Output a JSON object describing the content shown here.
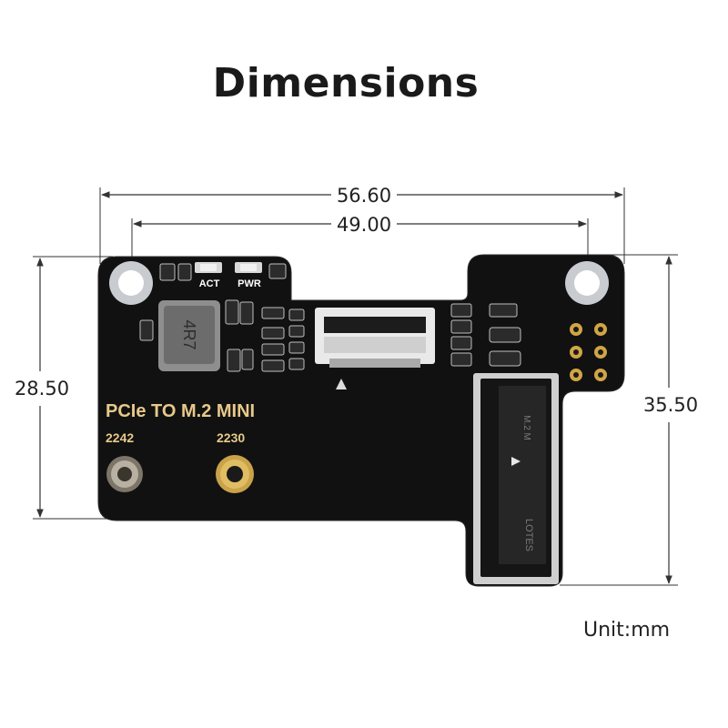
{
  "page": {
    "title": "Dimensions",
    "unit_label": "Unit:mm"
  },
  "dimensions": {
    "overall_width": "56.60",
    "hole_spacing": "49.00",
    "left_height": "28.50",
    "right_height": "35.50"
  },
  "board": {
    "name": "PCIe TO M.2 MINI",
    "size_label_2242": "2242",
    "size_label_2230": "2230",
    "led_act": "ACT",
    "led_pwr": "PWR",
    "inductor_marking": "4R7",
    "slot_marking_top": "M.2 M",
    "slot_marking_bottom": "LOTES"
  },
  "colors": {
    "pcb": "#111111",
    "silkscreen": "#e7c98a",
    "gold": "#c9a24a",
    "dimension_line": "#333333"
  }
}
